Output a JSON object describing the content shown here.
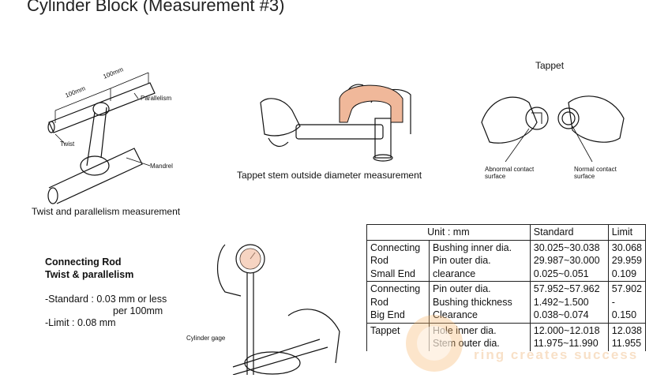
{
  "title": "Cylinder Block (Measurement #3)",
  "figure1": {
    "caption": "Twist and parallelism measurement",
    "label_100mm_a": "100mm",
    "label_100mm_b": "100mm",
    "label_parallelism": "Parallelism",
    "label_twist": "Twist",
    "label_mandrel": "Mandrel"
  },
  "figure2": {
    "caption": "Tappet stem outside diameter measurement"
  },
  "figure3": {
    "title": "Tappet",
    "label_abnormal": "Abnormal contact",
    "label_abnormal_2": "surface",
    "label_normal": "Normal contact",
    "label_normal_2": "surface"
  },
  "figure4": {
    "label_gage": "Cylinder gage"
  },
  "specs": {
    "heading_1": "Connecting Rod",
    "heading_2": "Twist & parallelism",
    "standard": "-Standard : 0.03 mm or less",
    "standard_2": "per 100mm",
    "limit": "-Limit : 0.08 mm"
  },
  "table": {
    "h_unit": "Unit : mm",
    "h_standard": "Standard",
    "h_limit": "Limit",
    "group1": {
      "l1": "Connecting",
      "l2": "Rod",
      "l3": "Small End",
      "items": [
        "Bushing inner dia.",
        "Pin outer dia.",
        "clearance"
      ],
      "std": [
        "30.025~30.038",
        "29.987~30.000",
        "0.025~0.051"
      ],
      "lim": [
        "30.068",
        "29.959",
        "0.109"
      ]
    },
    "group2": {
      "l1": "Connecting",
      "l2": "Rod",
      "l3": "Big End",
      "items": [
        "Pin outer dia.",
        "Bushing thickness",
        "Clearance"
      ],
      "std": [
        "57.952~57.962",
        "1.492~1.500",
        "0.038~0.074"
      ],
      "lim": [
        "57.902",
        "-",
        "0.150"
      ]
    },
    "group3": {
      "l1": "Tappet",
      "items": [
        "Hole inner dia.",
        "Stem outer dia."
      ],
      "std": [
        "12.000~12.018",
        "11.975~11.990"
      ],
      "lim": [
        "12.038",
        "11.955"
      ]
    }
  },
  "watermark": "ring  creates  success"
}
